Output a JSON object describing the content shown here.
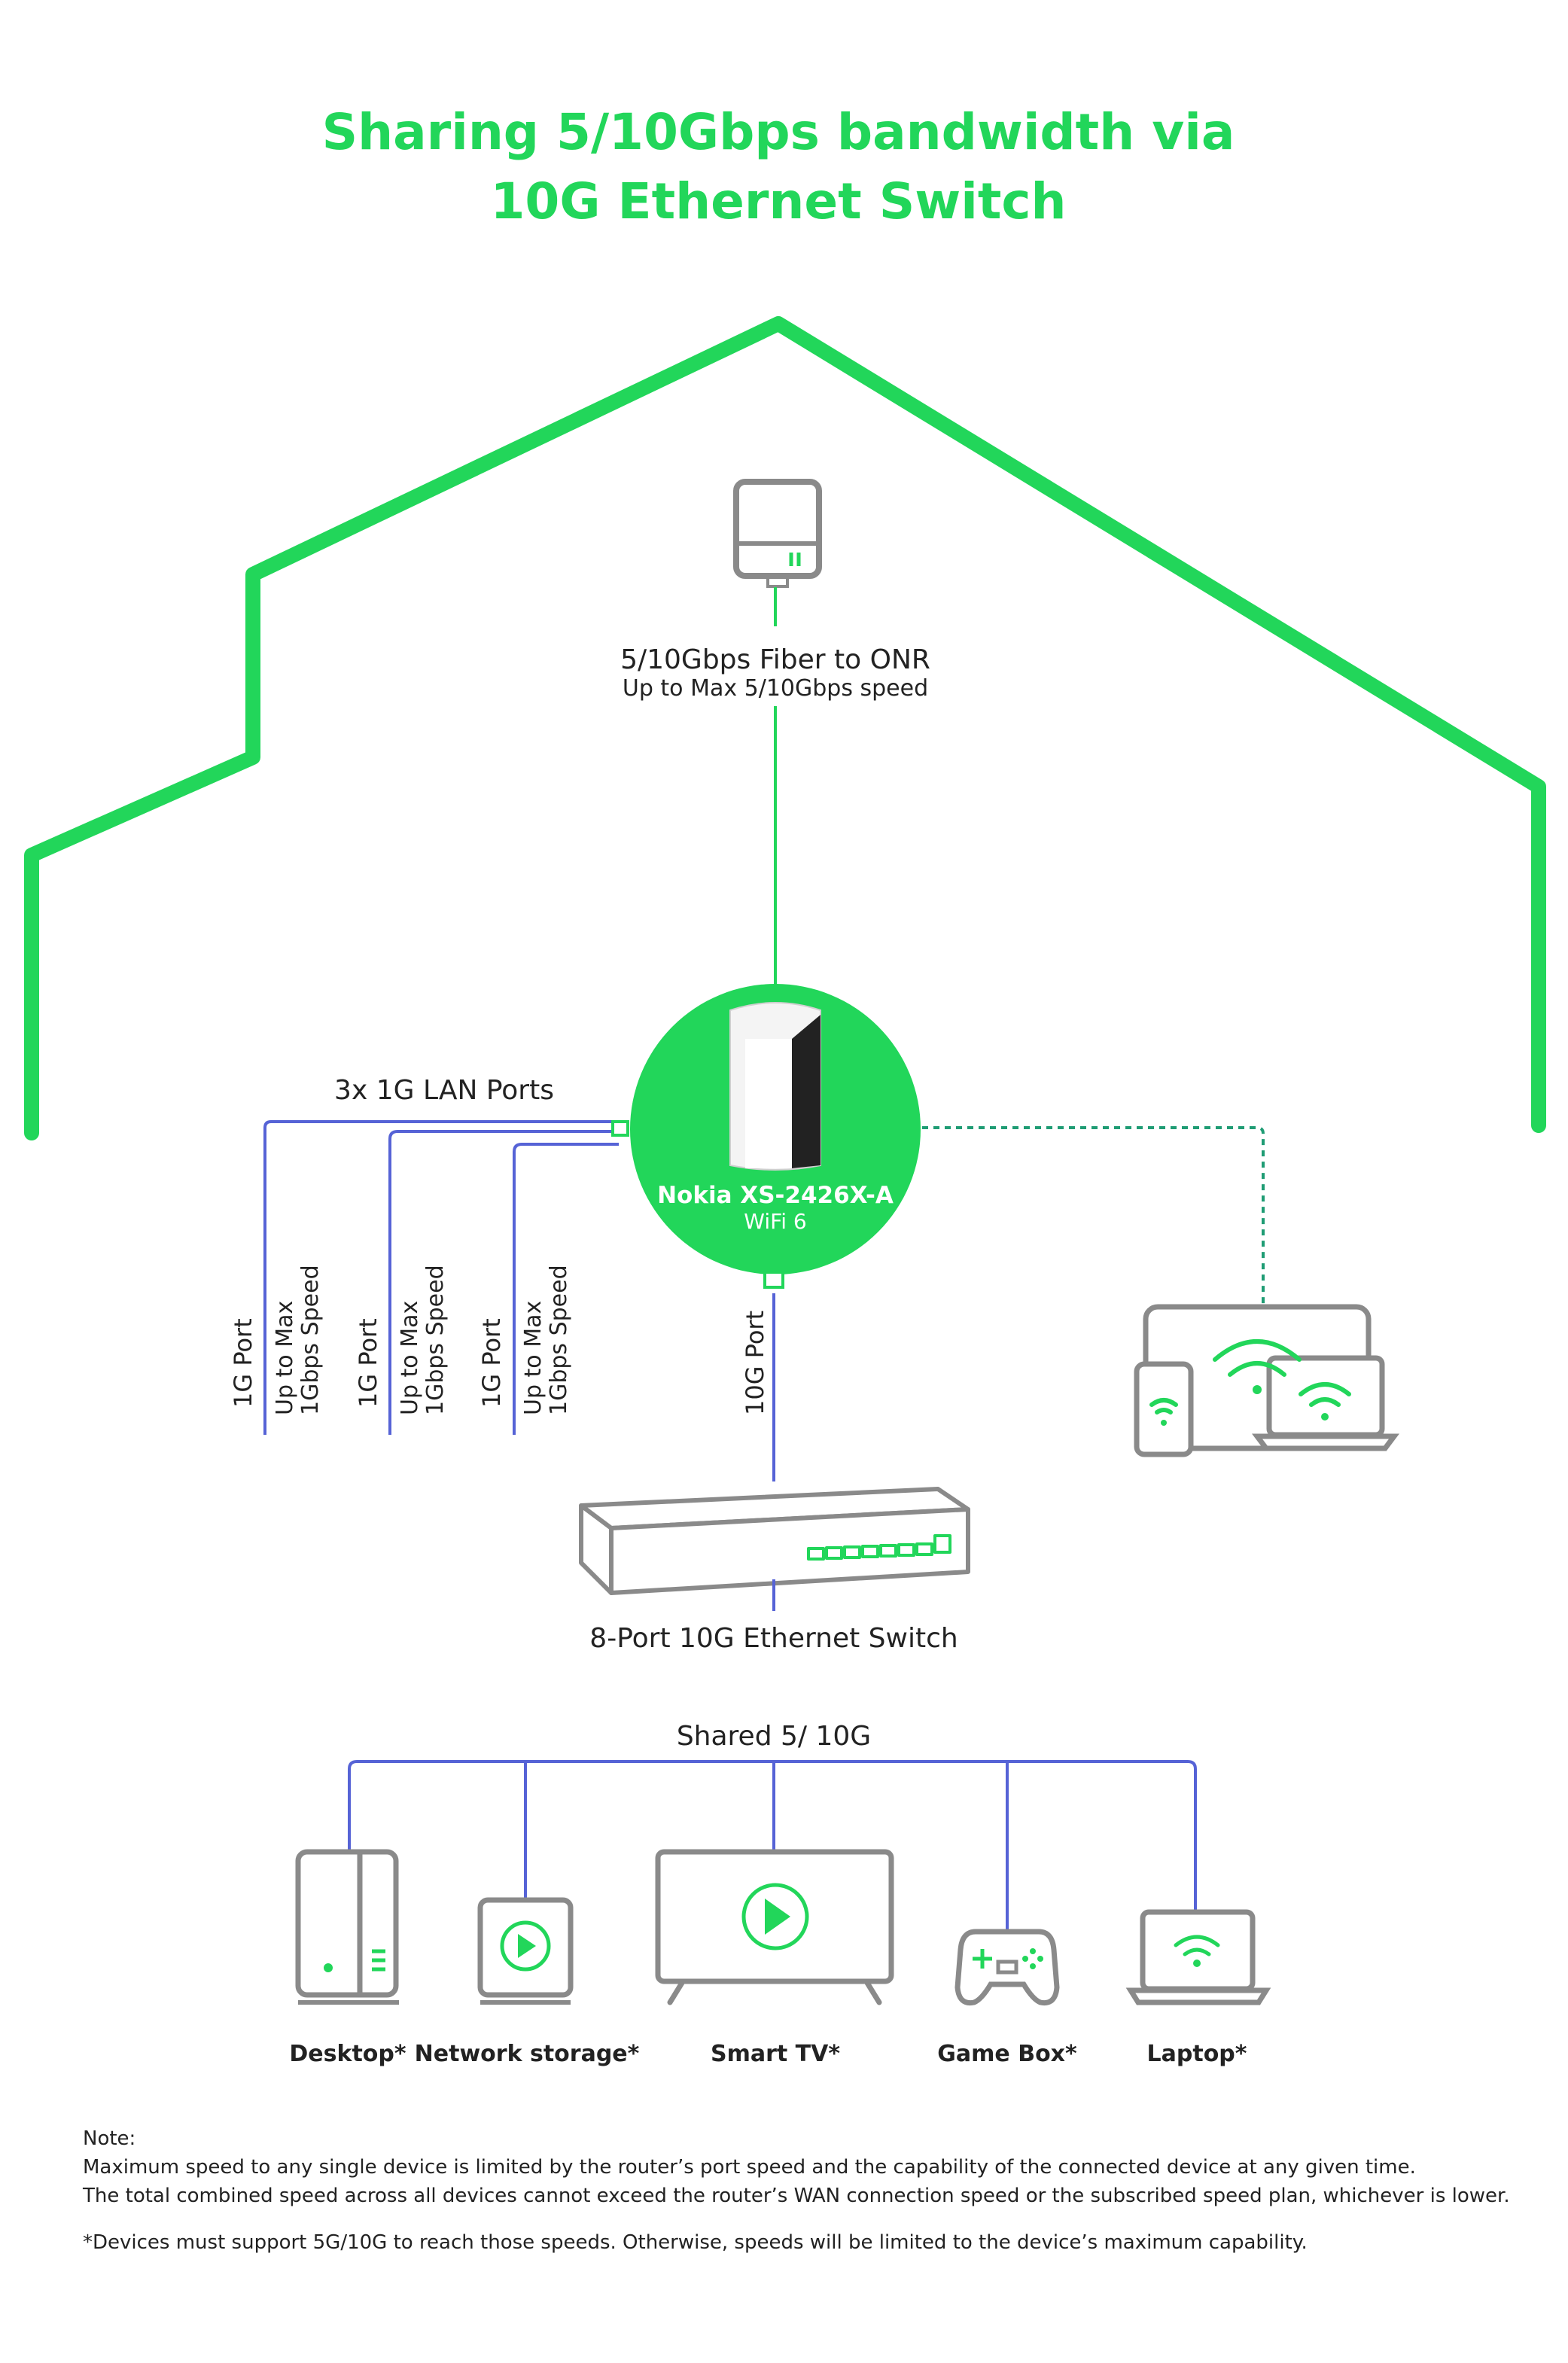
{
  "title": {
    "line1": "Sharing 5/10Gbps bandwidth via",
    "line2": "10G Ethernet Switch"
  },
  "fiber": {
    "label": "5/10Gbps Fiber to ONR",
    "sublabel": "Up to Max 5/10Gbps speed"
  },
  "router": {
    "name": "Nokia XS-2426X-A",
    "sub": "WiFi 6"
  },
  "lan": {
    "label": "3x 1G LAN Ports",
    "ports": [
      {
        "port": "1G Port",
        "speed1": "Up to Max",
        "speed2": "1Gbps Speed"
      },
      {
        "port": "1G Port",
        "speed1": "Up to Max",
        "speed2": "1Gbps Speed"
      },
      {
        "port": "1G Port",
        "speed1": "Up to Max",
        "speed2": "1Gbps Speed"
      }
    ]
  },
  "uplink": {
    "label": "10G Port"
  },
  "switch": {
    "label": "8-Port 10G Ethernet Switch"
  },
  "shared": {
    "label": "Shared 5/ 10G"
  },
  "devices": [
    {
      "label": "Desktop*",
      "icon": "desktop-icon"
    },
    {
      "label": "Network storage*",
      "icon": "network-storage-icon"
    },
    {
      "label": "Smart TV*",
      "icon": "smart-tv-icon"
    },
    {
      "label": "Game Box*",
      "icon": "game-controller-icon"
    },
    {
      "label": "Laptop*",
      "icon": "laptop-icon"
    }
  ],
  "notes": {
    "heading": "Note:",
    "line1": "Maximum speed to any single device is limited by the router’s port speed and the capability of the connected device at any given time.",
    "line2": "The total combined speed across all devices cannot exceed the router’s WAN connection speed or the subscribed speed plan, whichever is lower.",
    "footnote": "*Devices must support 5G/10G to reach those speeds. Otherwise, speeds will be limited to the device’s maximum capability."
  },
  "colors": {
    "brand_green": "#22d65a",
    "cable_blue": "#5663d6",
    "icon_gray": "#8a8a8a",
    "wifi_link": "#1f9c74"
  }
}
